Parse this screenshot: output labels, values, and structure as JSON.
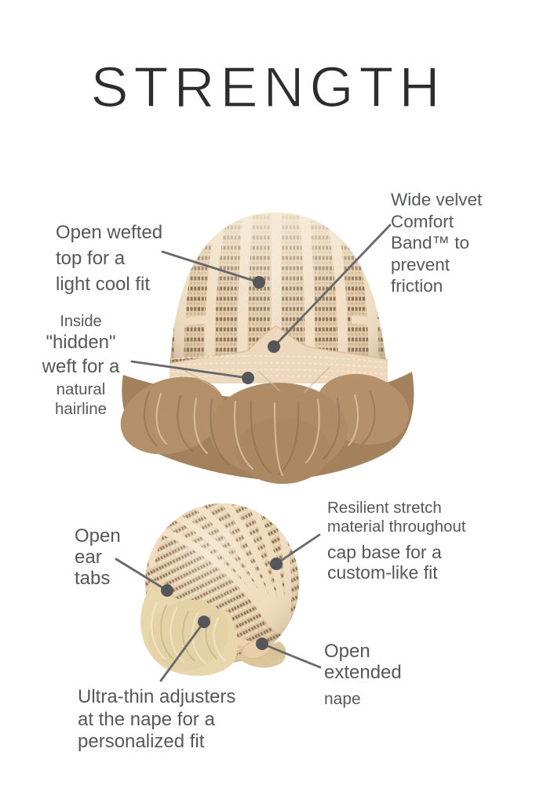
{
  "title": "STRENGTH",
  "colors": {
    "text_gray": "#55575a",
    "title_dark": "#2d2d2f",
    "callout_gray": "#5b5d60",
    "cap_beige": "#ecd6ba",
    "weft_brown": "#8f7354",
    "hair_brown": "#ab8862",
    "hair_blonde": "#e8d6ad"
  },
  "annotations": {
    "open_wefted_top": {
      "lines": [
        "Open wefted",
        "top for a",
        "light cool fit"
      ]
    },
    "comfort_band": {
      "lines": [
        "Wide velvet",
        "Comfort",
        "Band™ to",
        "prevent",
        "friction"
      ]
    },
    "hidden_weft": {
      "lines": [
        "Inside",
        "\"hidden\"",
        "weft for a",
        "natural",
        "hairline"
      ]
    },
    "ear_tabs": {
      "lines": [
        "Open",
        "ear",
        "tabs"
      ]
    },
    "stretch_material": {
      "lines": [
        "Resilient stretch",
        "material throughout",
        "cap base for a",
        "custom-like fit"
      ]
    },
    "extended_nape": {
      "lines": [
        "Open",
        "extended",
        "nape"
      ]
    },
    "nape_adjusters": {
      "lines": [
        "Ultra-thin adjusters",
        "at the nape for a",
        "personalized fit"
      ]
    }
  }
}
